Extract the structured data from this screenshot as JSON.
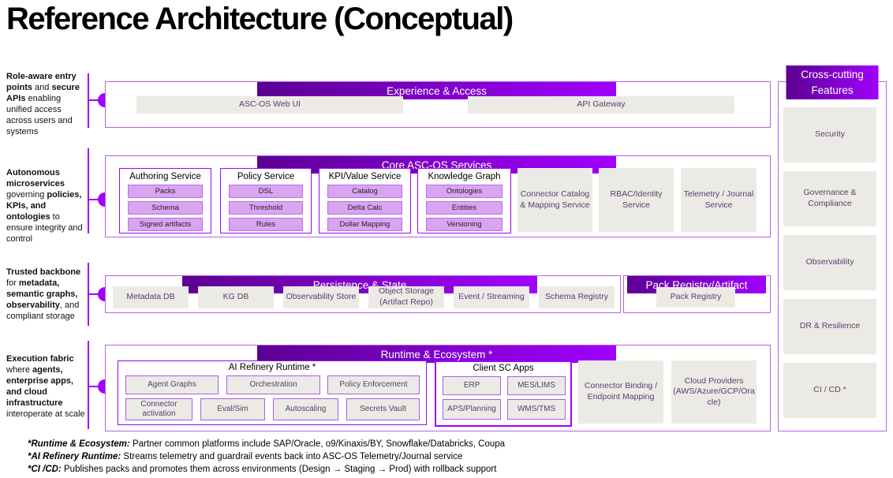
{
  "page": {
    "title": "Reference Architecture (Conceptual)"
  },
  "annotations": [
    {
      "parts": [
        "Role-aware entry points",
        " and ",
        "secure APIs",
        " enabling unified access across users and systems"
      ]
    },
    {
      "parts": [
        "Autonomous microservices",
        " governing ",
        "policies, KPIs, and ontologies",
        " to ensure integrity and control"
      ]
    },
    {
      "parts": [
        "Trusted backbone",
        " for ",
        "metadata, semantic graphs, observability",
        ", and compliant storage"
      ]
    },
    {
      "parts": [
        "Execution fabric",
        " where ",
        "agents, enterprise apps, and cloud infrastructure",
        " interoperate at scale"
      ]
    }
  ],
  "layers": {
    "experience": {
      "header": "Experience & Access",
      "items": [
        "ASC-OS Web UI",
        "API Gateway"
      ]
    },
    "core": {
      "header": "Core ASC-OS Services",
      "groups": [
        {
          "title": "Authoring Service",
          "items": [
            "Packs",
            "Schema",
            "Signed artifacts"
          ]
        },
        {
          "title": "Policy Service",
          "items": [
            "DSL",
            "Threshold",
            "Rules"
          ]
        },
        {
          "title": "KPI/Value Service",
          "items": [
            "Catalog",
            "Delta Calc",
            "Dollar Mapping"
          ]
        },
        {
          "title": "Knowledge Graph",
          "items": [
            "Ontologies",
            "Entities",
            "Versioning"
          ]
        }
      ],
      "services": [
        "Connector Catalog & Mapping Service",
        "RBAC/Identity Service",
        "Telemetry / Journal Service"
      ]
    },
    "persistence": {
      "header": "Persistence & State",
      "items": [
        "Metadata DB",
        "KG DB",
        "Observability Store",
        "Object Storage (Artifact Repo)",
        "Event / Streaming",
        "Schema Registry"
      ]
    },
    "pack_registry": {
      "header": "Pack Registry/Artifact",
      "items": [
        "Pack Registry"
      ]
    },
    "runtime": {
      "header": "Runtime & Ecosystem *",
      "ai_refinery": {
        "title": "AI Refinery Runtime *",
        "row1": [
          "Agent Graphs",
          "Orchestration",
          "Policy Enforcement"
        ],
        "row2": [
          "Connector activation",
          "Eval/Sim",
          "Autoscaling",
          "Secrets Vault"
        ]
      },
      "client_apps": {
        "title": "Client SC Apps",
        "row1": [
          "ERP",
          "MES/LIMS"
        ],
        "row2": [
          "APS/Planning",
          "WMS/TMS"
        ]
      },
      "services": [
        "Connector Binding / Endpoint Mapping",
        "Cloud Providers (AWS/Azure/GCP/Oracle)"
      ]
    }
  },
  "cross_cutting": {
    "header": "Cross-cutting Features",
    "items": [
      "Security",
      "Governance & Compliance",
      "Observability",
      "DR & Resilience",
      "CI / CD *"
    ]
  },
  "footnotes": [
    {
      "label": "*Runtime & Ecosystem:",
      "text": " Partner common platforms include SAP/Oracle, o9/Kinaxis/BY, Snowflake/Databricks, Coupa"
    },
    {
      "label": "*AI Refinery Runtime:",
      "text": " Streams telemetry and guardrail events back into ASC-OS Telemetry/Journal service"
    },
    {
      "label": "*CI /CD:",
      "text": " Publishes packs and promotes them across environments (Design → Staging → Prod) with rollback support"
    }
  ],
  "colors": {
    "accent": "#A100FF",
    "accent_dark": "#5C0092",
    "box_gray": "#ECEAE5",
    "pill_lavender": "#D9A5F0",
    "text_purple": "#55406E"
  }
}
